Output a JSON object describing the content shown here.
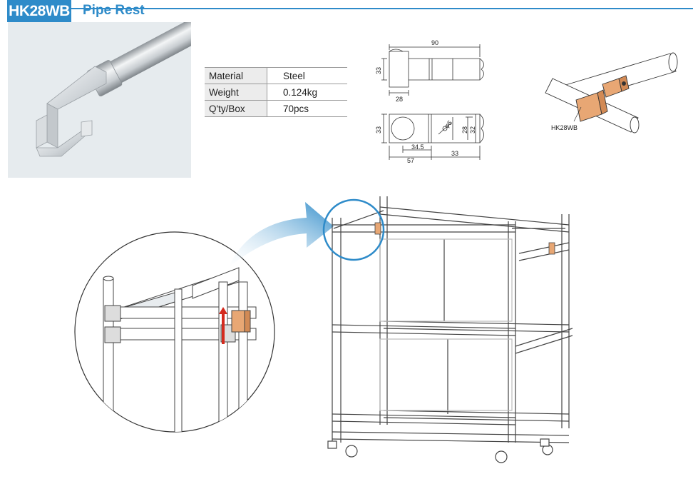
{
  "header": {
    "code": "HK28WB",
    "title": "Pipe Rest"
  },
  "specs": [
    {
      "label": "Material",
      "value": "Steel"
    },
    {
      "label": "Weight",
      "value": "0.124kg"
    },
    {
      "label": "Q'ty/Box",
      "value": "70pcs"
    }
  ],
  "drawing": {
    "dim_90": "90",
    "dim_33_left_top": "33",
    "dim_28_bottom": "28",
    "dim_33_left_bottom": "33",
    "dim_phi5": "φ5",
    "dim_28_right": "28",
    "dim_32_right": "32",
    "dim_34_5": "34.5",
    "dim_57": "57",
    "dim_33_bottom": "33"
  },
  "assembly_label": "HK28WB",
  "colors": {
    "brand_blue": "#2e8bc9",
    "part_orange": "#e8a774",
    "arrow_red": "#d42a1e"
  }
}
